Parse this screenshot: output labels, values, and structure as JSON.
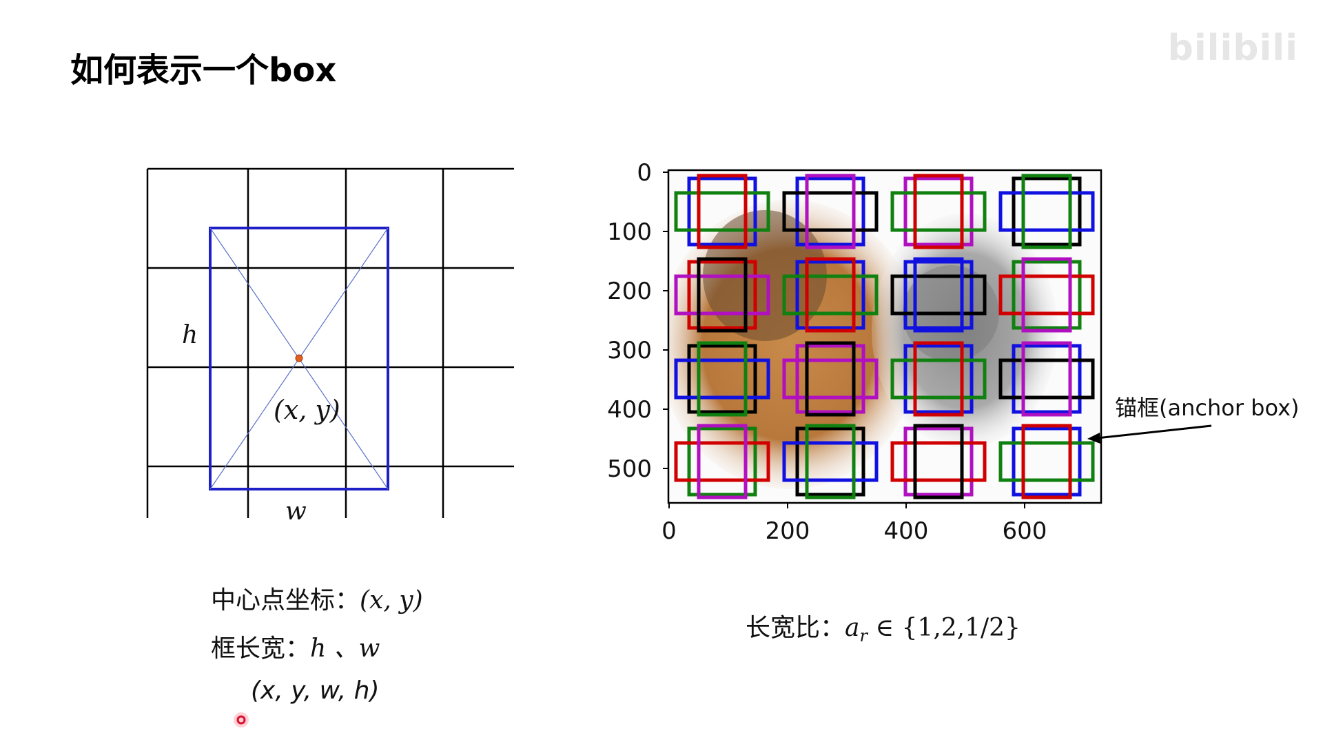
{
  "slide": {
    "title": "如何表示一个box",
    "watermark": "bilibili"
  },
  "left_diagram": {
    "h_label": "h",
    "w_label": "w",
    "center_label": "(x, y)",
    "box_color": "#1f1fc8",
    "center_dot_color": "#e06020"
  },
  "notes_left": {
    "line1_cn": "中心点坐标：",
    "line1_math": "(x, y)",
    "line2_cn": "框长宽：",
    "line2_math": "h 、w",
    "line3_math": "(x, y, w, h)"
  },
  "right_plot": {
    "y_ticks": [
      "0",
      "100",
      "200",
      "300",
      "400",
      "500"
    ],
    "x_ticks": [
      "0",
      "200",
      "400",
      "600"
    ],
    "annotation": "锚框(anchor box)",
    "box_colors": [
      "#d00000",
      "#1010e0",
      "#108010",
      "#000000",
      "#b010c0"
    ]
  },
  "notes_right": {
    "ratio_cn": "长宽比：",
    "ratio_math": "a",
    "ratio_sub": "r",
    "ratio_set": " ∈ {1,2,1/2}"
  },
  "cursor": {
    "color": "#d81030"
  }
}
